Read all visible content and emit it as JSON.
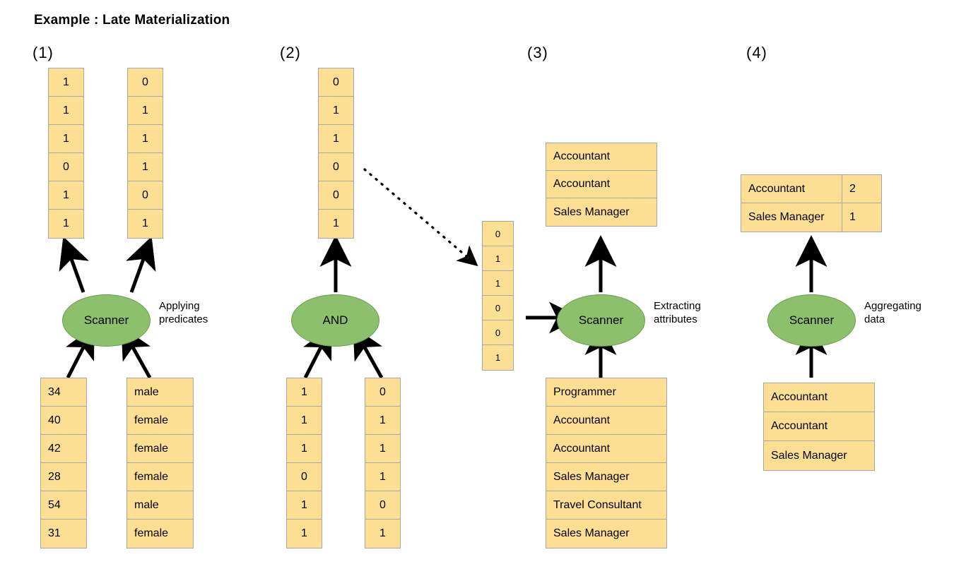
{
  "title": "Example : Late Materialization",
  "colors": {
    "cell_fill": "#fcdf93",
    "cell_border": "#a6a6a6",
    "node_fill": "#8cc06c",
    "node_border": "#6a9e4c",
    "arrow": "#000000",
    "background": "#ffffff"
  },
  "steps": [
    {
      "label": "(1)",
      "operator": "Scanner",
      "caption": "Applying\npredicates",
      "outputs": [
        {
          "name": "age-predicate-bitmap",
          "values": [
            "1",
            "1",
            "1",
            "0",
            "1",
            "1"
          ]
        },
        {
          "name": "gender-predicate-bitmap",
          "values": [
            "0",
            "1",
            "1",
            "1",
            "0",
            "1"
          ]
        }
      ],
      "inputs": [
        {
          "name": "age-column",
          "values": [
            "34",
            "40",
            "42",
            "28",
            "54",
            "31"
          ]
        },
        {
          "name": "gender-column",
          "values": [
            "male",
            "female",
            "female",
            "female",
            "male",
            "female"
          ]
        }
      ]
    },
    {
      "label": "(2)",
      "operator": "AND",
      "caption": "",
      "outputs": [
        {
          "name": "combined-bitmap",
          "values": [
            "0",
            "1",
            "1",
            "0",
            "0",
            "1"
          ]
        }
      ],
      "inputs": [
        {
          "name": "age-predicate-bitmap",
          "values": [
            "1",
            "1",
            "1",
            "0",
            "1",
            "1"
          ]
        },
        {
          "name": "gender-predicate-bitmap",
          "values": [
            "0",
            "1",
            "1",
            "1",
            "0",
            "1"
          ]
        }
      ]
    },
    {
      "label": "(3)",
      "operator": "Scanner",
      "caption": "Extracting\nattributes",
      "outputs": [
        {
          "name": "extracted-jobs-column",
          "values": [
            "Accountant",
            "Accountant",
            "Sales Manager"
          ]
        }
      ],
      "side_input": {
        "name": "combined-bitmap",
        "values": [
          "0",
          "1",
          "1",
          "0",
          "0",
          "1"
        ]
      },
      "inputs": [
        {
          "name": "job-column",
          "values": [
            "Programmer",
            "Accountant",
            "Accountant",
            "Sales Manager",
            "Travel Consultant",
            "Sales Manager"
          ]
        }
      ]
    },
    {
      "label": "(4)",
      "operator": "Scanner",
      "caption": "Aggregating\ndata",
      "aggregate": {
        "name": "aggregate-result-table",
        "rows": [
          {
            "key": "Accountant",
            "value": "2"
          },
          {
            "key": "Sales Manager",
            "value": "1"
          }
        ]
      },
      "inputs": [
        {
          "name": "extracted-jobs-column",
          "values": [
            "Accountant",
            "Accountant",
            "Sales Manager"
          ]
        }
      ]
    }
  ]
}
